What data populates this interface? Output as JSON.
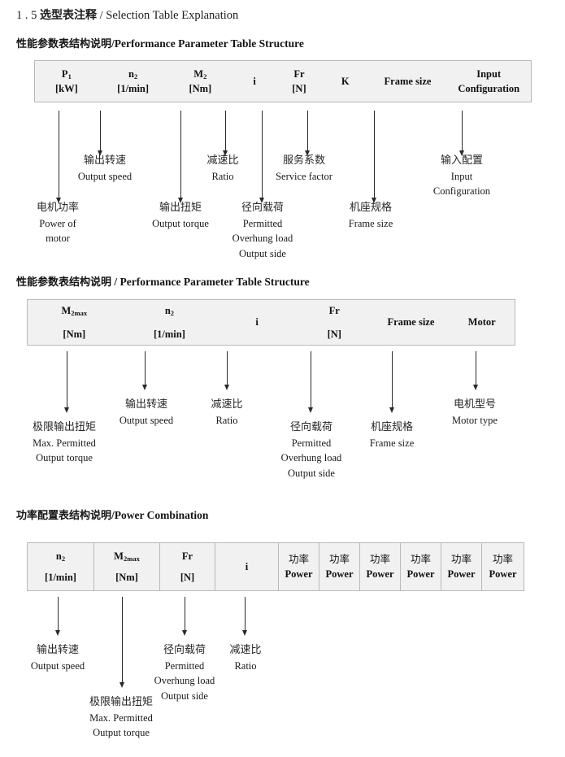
{
  "page": {
    "section_number": "1 . 5",
    "title_cn": "选型表注释",
    "title_sep": "/",
    "title_en": "Selection Table Explanation"
  },
  "sections": [
    {
      "id": "performance-parameter-1",
      "heading_cn": "性能参数表结构说明",
      "heading_sep": "/",
      "heading_en": "Performance Parameter Table Structure",
      "table": {
        "dividers": false,
        "columns": [
          {
            "name": "p1",
            "line1": "P",
            "line1_sub": "1",
            "line2": "[kW]"
          },
          {
            "name": "n2",
            "line1": "n",
            "line1_sub": "2",
            "line2": "[1/min]"
          },
          {
            "name": "m2",
            "line1": "M",
            "line1_sub": "2",
            "line2": "[Nm]"
          },
          {
            "name": "i",
            "line1": "i",
            "line1_sub": "",
            "line2": ""
          },
          {
            "name": "fr",
            "line1": "Fr",
            "line1_sub": "",
            "line2": "[N]"
          },
          {
            "name": "k",
            "line1": "K",
            "line1_sub": "",
            "line2": ""
          },
          {
            "name": "frame-size",
            "line1": "Frame size",
            "line1_sub": "",
            "line2": ""
          },
          {
            "name": "input-configuration",
            "line1": "Input",
            "line1_sub": "",
            "line2": "Configuration"
          }
        ]
      },
      "annotations": [
        {
          "name": "power-of-motor",
          "cn": "电机功率",
          "en": [
            "Power of",
            "motor"
          ]
        },
        {
          "name": "output-speed",
          "cn": "输出转速",
          "en": [
            "Output speed"
          ]
        },
        {
          "name": "output-torque",
          "cn": "输出扭矩",
          "en": [
            "Output torque"
          ]
        },
        {
          "name": "ratio",
          "cn": "减速比",
          "en": [
            "Ratio"
          ]
        },
        {
          "name": "overhung-load",
          "cn": "径向载荷",
          "en": [
            "Permitted",
            "Overhung load",
            "Output side"
          ]
        },
        {
          "name": "service-factor",
          "cn": "服务系数",
          "en": [
            "Service factor"
          ]
        },
        {
          "name": "frame-size",
          "cn": "机座规格",
          "en": [
            "Frame size"
          ]
        },
        {
          "name": "input-configuration",
          "cn": "输入配置",
          "en": [
            "Input",
            "Configuration"
          ]
        }
      ]
    },
    {
      "id": "performance-parameter-2",
      "heading_cn": "性能参数表结构说明",
      "heading_sep": "/",
      "heading_en": "Performance Parameter Table Structure",
      "table": {
        "dividers": false,
        "columns": [
          {
            "name": "m2max",
            "line1": "M",
            "line1_sub": "2max",
            "line2": "[Nm]"
          },
          {
            "name": "n2",
            "line1": "n",
            "line1_sub": "2",
            "line2": "[1/min]"
          },
          {
            "name": "i",
            "line1": "i",
            "line1_sub": "",
            "line2": ""
          },
          {
            "name": "fr",
            "line1": "Fr",
            "line1_sub": "",
            "line2": "[N]"
          },
          {
            "name": "frame-size",
            "line1": "Frame size",
            "line1_sub": "",
            "line2": ""
          },
          {
            "name": "motor",
            "line1": "Motor",
            "line1_sub": "",
            "line2": ""
          }
        ]
      },
      "annotations": [
        {
          "name": "max-permitted-output-torque",
          "cn": "极限输出扭矩",
          "en": [
            "Max. Permitted",
            "Output  torque"
          ]
        },
        {
          "name": "output-speed",
          "cn": "输出转速",
          "en": [
            "Output speed"
          ]
        },
        {
          "name": "ratio",
          "cn": "减速比",
          "en": [
            "Ratio"
          ]
        },
        {
          "name": "overhung-load",
          "cn": "径向载荷",
          "en": [
            "Permitted",
            "Overhung load",
            "Output side"
          ]
        },
        {
          "name": "frame-size",
          "cn": "机座规格",
          "en": [
            "Frame size"
          ]
        },
        {
          "name": "motor-type",
          "cn": "电机型号",
          "en": [
            "Motor type"
          ]
        }
      ]
    },
    {
      "id": "power-combination",
      "heading_cn": "功率配置表结构说明",
      "heading_sep": "/",
      "heading_en": "Power Combination",
      "table": {
        "dividers": true,
        "columns": [
          {
            "name": "n2",
            "line1": "n",
            "line1_sub": "2",
            "line2": "[1/min]"
          },
          {
            "name": "m2max",
            "line1": "M",
            "line1_sub": "2max",
            "line2": "[Nm]"
          },
          {
            "name": "fr",
            "line1": "Fr",
            "line1_sub": "",
            "line2": "[N]"
          },
          {
            "name": "i",
            "line1": "i",
            "line1_sub": "",
            "line2": ""
          },
          {
            "name": "power-1",
            "line1_cn": "功率",
            "line2": "Power"
          },
          {
            "name": "power-2",
            "line1_cn": "功率",
            "line2": "Power"
          },
          {
            "name": "power-3",
            "line1_cn": "功率",
            "line2": "Power"
          },
          {
            "name": "power-4",
            "line1_cn": "功率",
            "line2": "Power"
          },
          {
            "name": "power-5",
            "line1_cn": "功率",
            "line2": "Power"
          },
          {
            "name": "power-6",
            "line1_cn": "功率",
            "line2": "Power"
          }
        ]
      },
      "annotations": [
        {
          "name": "output-speed",
          "cn": "输出转速",
          "en": [
            "Output speed"
          ]
        },
        {
          "name": "max-permitted-output-torque",
          "cn": "极限输出扭矩",
          "en": [
            "Max. Permitted",
            "Output  torque"
          ]
        },
        {
          "name": "overhung-load",
          "cn": "径向载荷",
          "en": [
            "Permitted",
            "Overhung load",
            "Output side"
          ]
        },
        {
          "name": "ratio",
          "cn": "减速比",
          "en": [
            "Ratio"
          ]
        }
      ]
    }
  ],
  "colors": {
    "table_fill": "#f1f1f1",
    "table_border": "#b9b9b9",
    "arrow": "#2a2a2a",
    "text": "#1a1a1a"
  }
}
